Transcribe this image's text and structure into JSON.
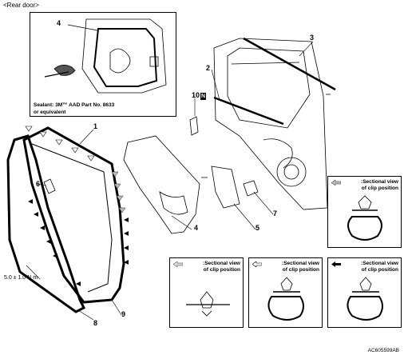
{
  "header": {
    "title": "<Rear door>"
  },
  "figure_code": "AC605599AB",
  "sealant_note": {
    "line1": "Sealant: 3M™ AAD Part No. 8633",
    "line2": "or equivalent"
  },
  "callouts": {
    "c1": "1",
    "c2": "2",
    "c3": "3",
    "c4a": "4",
    "c4b": "4",
    "c5": "5",
    "c6": "6",
    "c7": "7",
    "c8": "8",
    "c9": "9",
    "c10": "10",
    "c10_badge": "N"
  },
  "torque": "5.0 ± 1.0 N·m",
  "clip_views": {
    "gray": {
      "line1": ":Sectional view",
      "line2": "of clip position"
    },
    "hatched": {
      "line1": ":Sectional view",
      "line2": "of clip position"
    },
    "white": {
      "line1": ":Sectional view",
      "line2": "of clip position"
    },
    "black": {
      "line1": ":Sectional view",
      "line2": "of clip position"
    }
  }
}
